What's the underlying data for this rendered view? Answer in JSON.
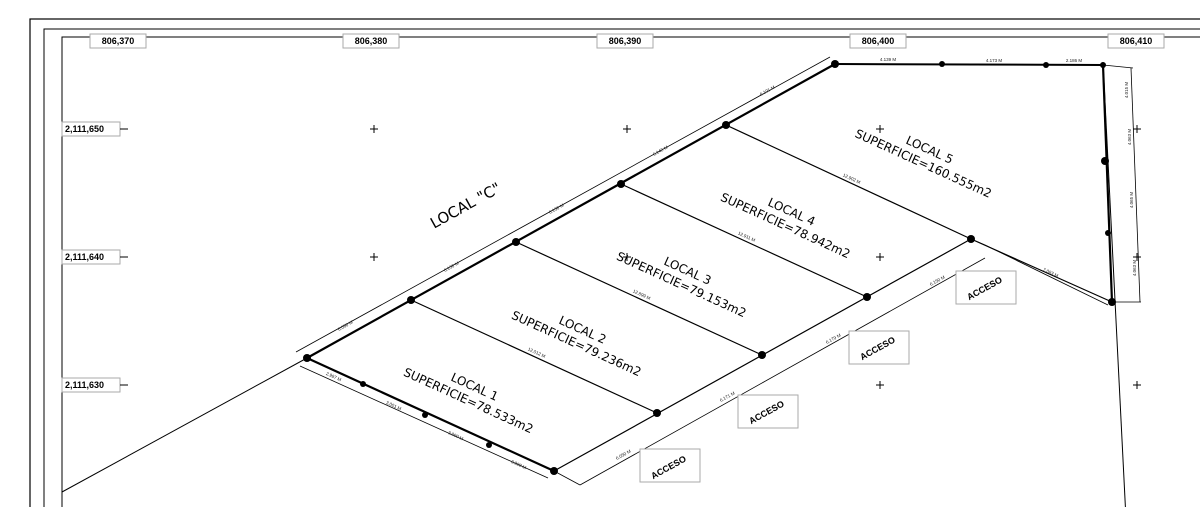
{
  "grid": {
    "x_labels": [
      "806,370",
      "806,380",
      "806,390",
      "806,400",
      "806,410"
    ],
    "y_labels": [
      "2,111,650",
      "2,111,640",
      "2,111,630"
    ]
  },
  "title": "LOCAL \"C\"",
  "locales": [
    {
      "name": "LOCAL 1",
      "area": "SUPERFICIE=78.533m2"
    },
    {
      "name": "LOCAL 2",
      "area": "SUPERFICIE=79.236m2"
    },
    {
      "name": "LOCAL 3",
      "area": "SUPERFICIE=79.153m2"
    },
    {
      "name": "LOCAL 4",
      "area": "SUPERFICIE=78.942m2"
    },
    {
      "name": "LOCAL 5",
      "area": "SUPERFICIE=160.555m2"
    }
  ],
  "acceso_label": "ACCESO",
  "dimensions": {
    "top_edge": [
      "4.139 M",
      "4.173 M",
      "2.186 M"
    ],
    "right_edge": [
      "4.015 M",
      "4.063 M",
      "4.065 M",
      "4.063 M"
    ],
    "upper_left_edge": [
      "6.101 M",
      "6.142 M",
      "6.150 M",
      "6.150 M",
      "6.090 M"
    ],
    "bottom_left_edge": [
      "2.997 M",
      "3.001 M",
      "3.000 M",
      "3.000 M"
    ],
    "frontage": [
      "6.050 M",
      "6.171 M",
      "6.179 M",
      "6.150 M",
      "7.083 M"
    ],
    "divisions": [
      "12.012 M",
      "12.899 M",
      "12.911 M",
      "12.902 M"
    ]
  }
}
